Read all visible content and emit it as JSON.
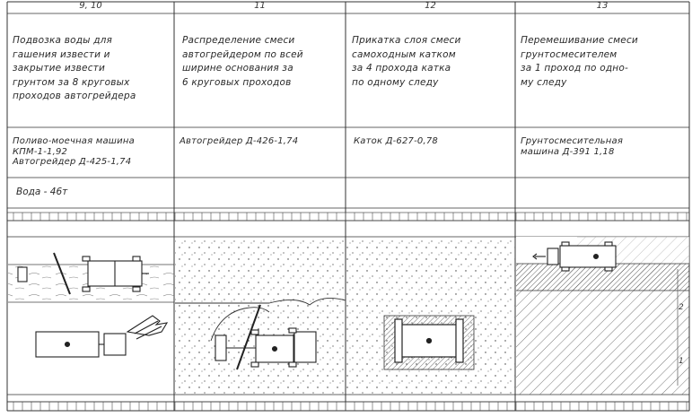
{
  "columns": [
    {
      "num": "9, 10",
      "operation": "Подвозка воды для\nгашения извести и\nзакрытие извести\nгрунтом за 8 круговых\nпроходов автогрейдера",
      "machine": "Поливо-моечная машина\nКПМ-1-1,92\nАвтогрейдер Д-425-1,74",
      "material": "Вода - 46т"
    },
    {
      "num": "11",
      "operation": "Распределение смеси\nавтогрейдером по всей\nширине основания за\n6 круговых проходов",
      "machine": "Автогрейдер Д-426-1,74",
      "material": ""
    },
    {
      "num": "12",
      "operation": "Прикатка слоя смеси\nсамоходным катком\nза 4 прохода катка\nпо одному следу",
      "machine": "Каток Д-627-0,78",
      "material": ""
    },
    {
      "num": "13",
      "operation": "Перемешивание смеси\nгрунтосмесителем\nза 1 проход по одно-\nму следу",
      "machine": "Грунтосмесительная\nмашина Д-391 1,18",
      "material": ""
    }
  ]
}
